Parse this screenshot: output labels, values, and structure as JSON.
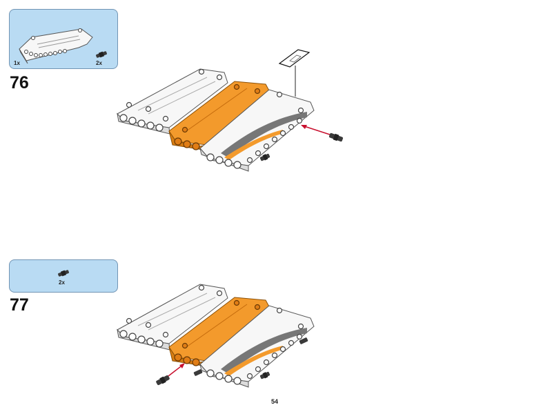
{
  "steps": [
    {
      "number": "76",
      "parts": [
        {
          "qty": "1x",
          "icon": "panel-icon"
        },
        {
          "qty": "2x",
          "icon": "connector-pin-icon"
        }
      ]
    },
    {
      "number": "77",
      "parts": [
        {
          "qty": "2x",
          "icon": "connector-pin-icon"
        }
      ]
    }
  ],
  "page_number": "54",
  "colors": {
    "parts_box": "#b9dbf3",
    "panel_orange": "#f39a2c",
    "panel_white": "#f7f7f7",
    "arrow": "#c8102e"
  }
}
